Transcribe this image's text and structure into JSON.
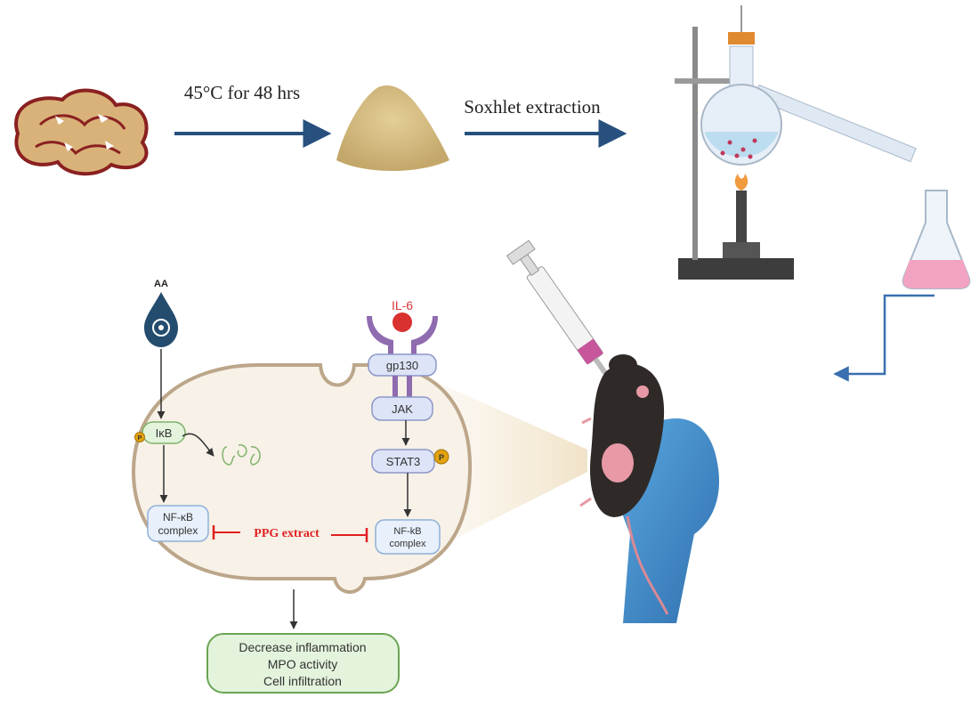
{
  "process": {
    "drying_label": "45°C for 48 hrs",
    "extraction_label": "Soxhlet extraction"
  },
  "pathway": {
    "aa_label": "AA",
    "ikb_label": "IκB",
    "p_badge": "P",
    "nfkb_left_line1": "NF-κB",
    "nfkb_left_line2": "complex",
    "il6_label": "IL-6",
    "gp130_label": "gp130",
    "jak_label": "JAK",
    "stat3_label": "STAT3",
    "nfkb_right_line1": "NF-kB",
    "nfkb_right_line2": "complex",
    "extract_label": "PPG extract"
  },
  "outcome": {
    "line1": "Decrease inflammation",
    "line2": "MPO activity",
    "line3": "Cell infiltration"
  },
  "colors": {
    "arrow_blue": "#27507e",
    "inhibit_red": "#e02020",
    "cell_fill": "#f7f1e7",
    "cell_stroke": "#bca68a",
    "box_blue": "#e8f0fb",
    "box_green": "#e3f3dc",
    "receptor_purple": "#8f6bb0"
  },
  "icons": [
    "dried-slices",
    "powder-pile",
    "soxhlet-apparatus",
    "bunsen-burner",
    "erlenmeyer-flask",
    "biohazard-drop",
    "syringe",
    "mouse",
    "gloved-hand"
  ]
}
